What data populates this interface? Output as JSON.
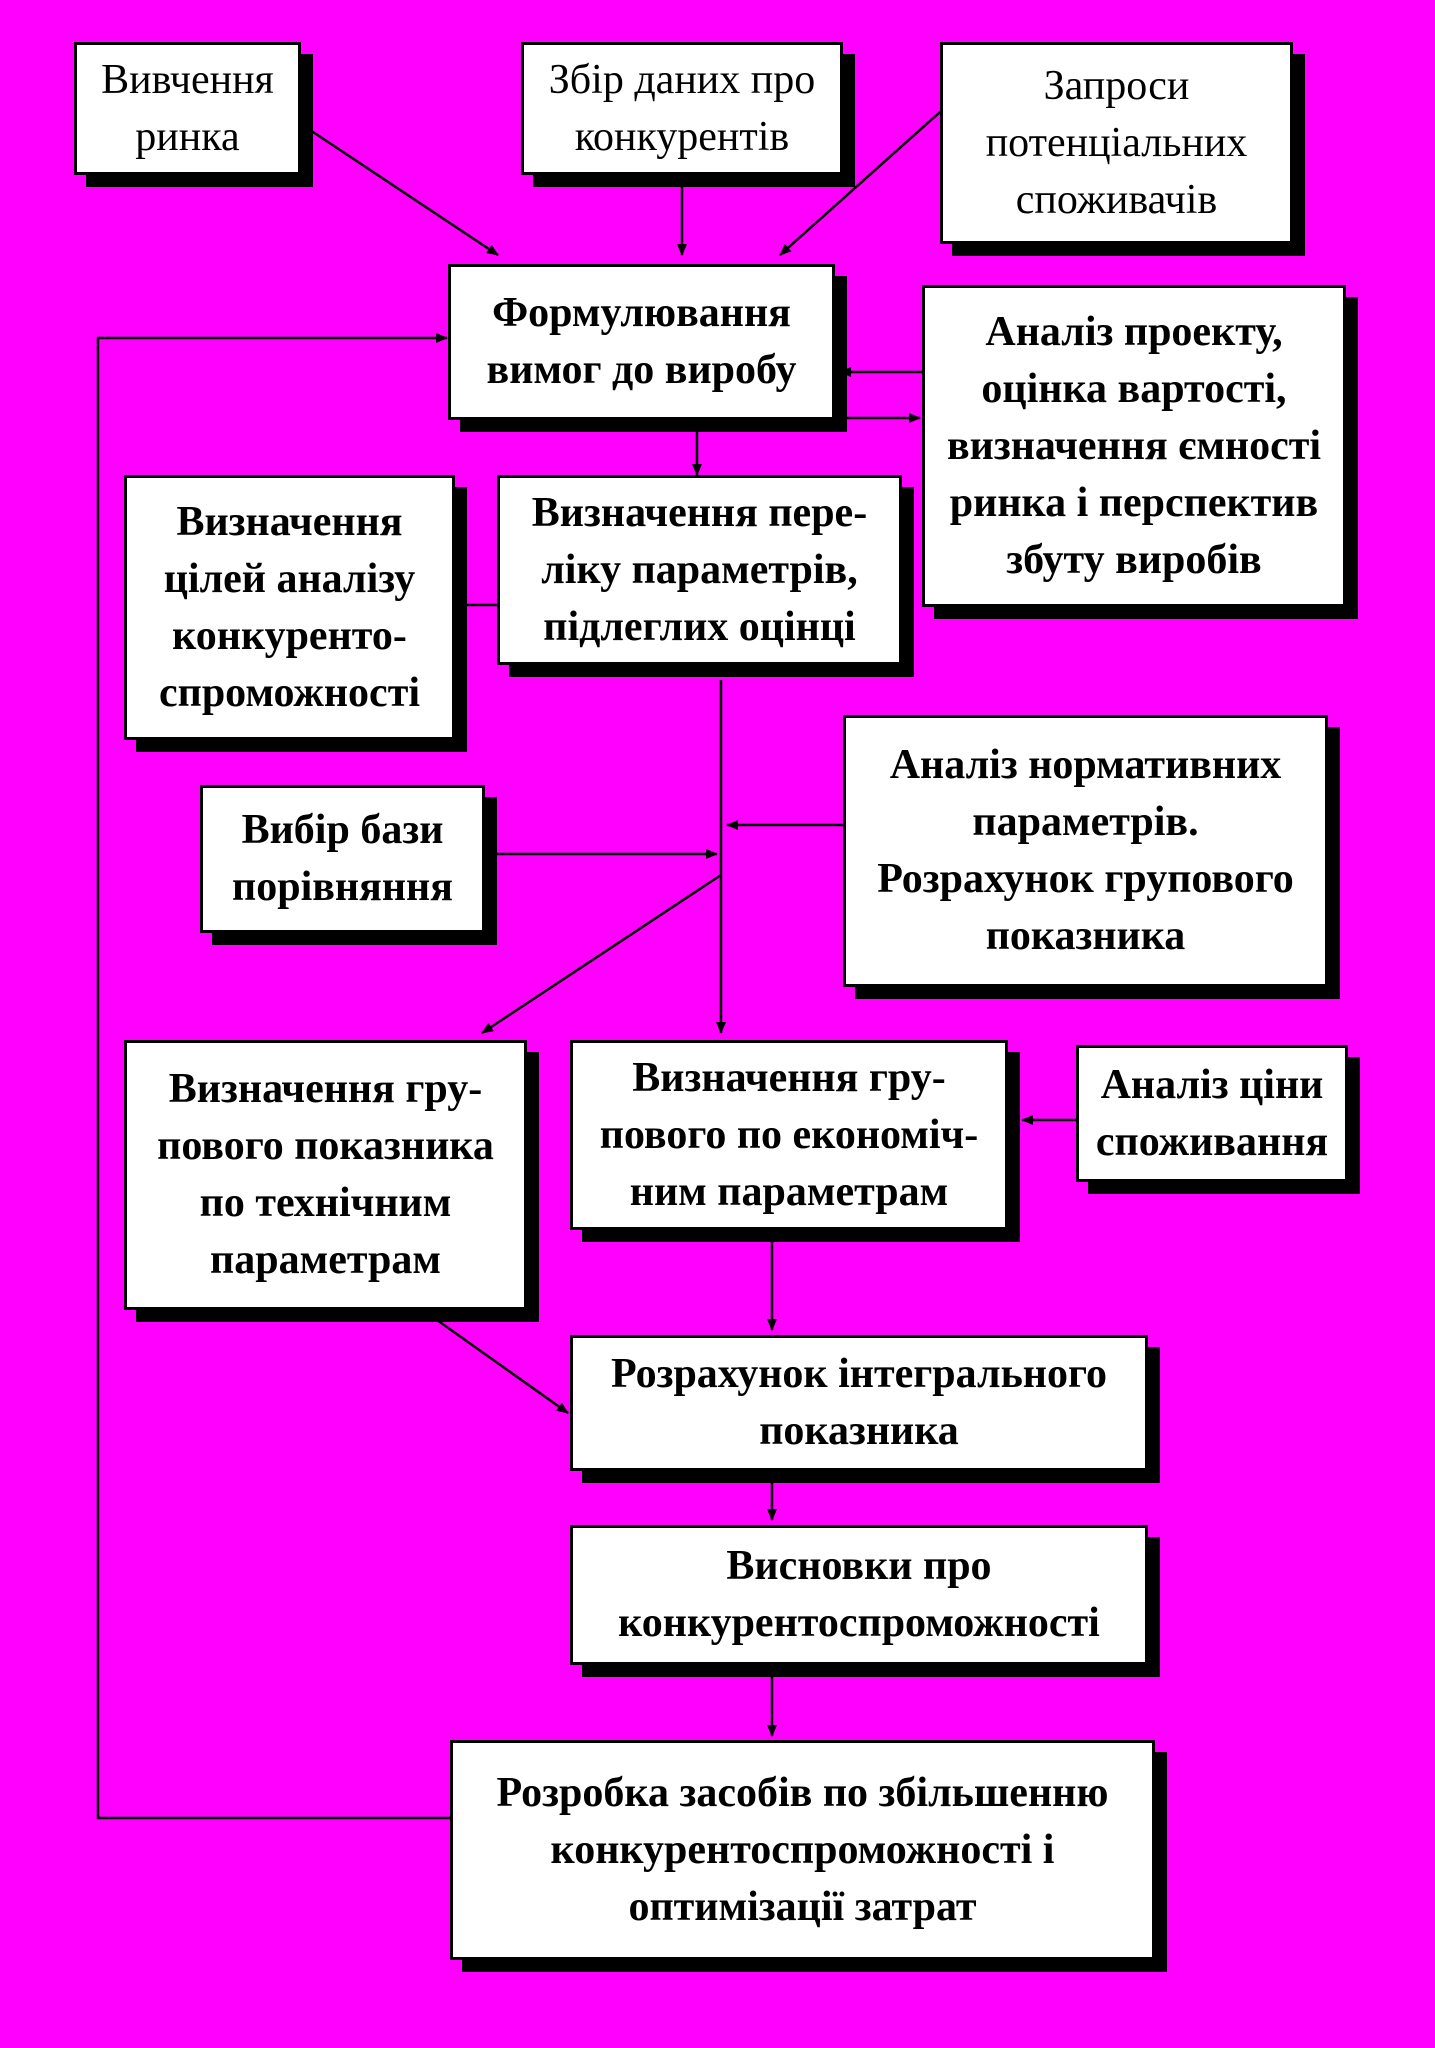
{
  "colors": {
    "background": "#ff00ff",
    "box": "#ffffff",
    "line": "#000000"
  },
  "boxes": {
    "vyvchennia_rynku": "Вивчення\nринка",
    "zbir_danykh": "Збір даних про\nконкурентів",
    "zaprosy": "Запроси\nпотенціальних\nспоживачів",
    "formuliuvannia": "Формулювання\nвимог до виробу",
    "analiz_proektu": "Аналіз проекту,\nоцінка вартості,\nвизначення ємності\nринка і перспектив\nзбуту виробів",
    "tsili_analizu": "Визначення\nцілей аналізу\nконкуренто-\nспроможності",
    "pereliku_parametriv": "Визначення пере-\nліку параметрів,\nпідлеглих оцінці",
    "analiz_normatyvnykh": "Аналіз нормативних\nпараметрів.\nРозрахунок групового\nпоказника",
    "vybir_bazy": "Вибір бази\nпорівняння",
    "hrupovyi_tekhnichni": "Визначення гру-\nпового показника\nпо технічним\nпараметрам",
    "hrupovyi_ekonomichni": "Визначення гру-\nпового по економіч-\nним параметрам",
    "analiz_tsiny": "Аналіз ціни\nспоживання",
    "intehralnyi": "Розрахунок інтегрального\nпоказника",
    "vysnovky": "Висновки про\nконкурентоспроможності",
    "rozrobka": "Розробка засобів по збільшенню\nконкурентоспроможності і\nоптимізації затрат"
  }
}
